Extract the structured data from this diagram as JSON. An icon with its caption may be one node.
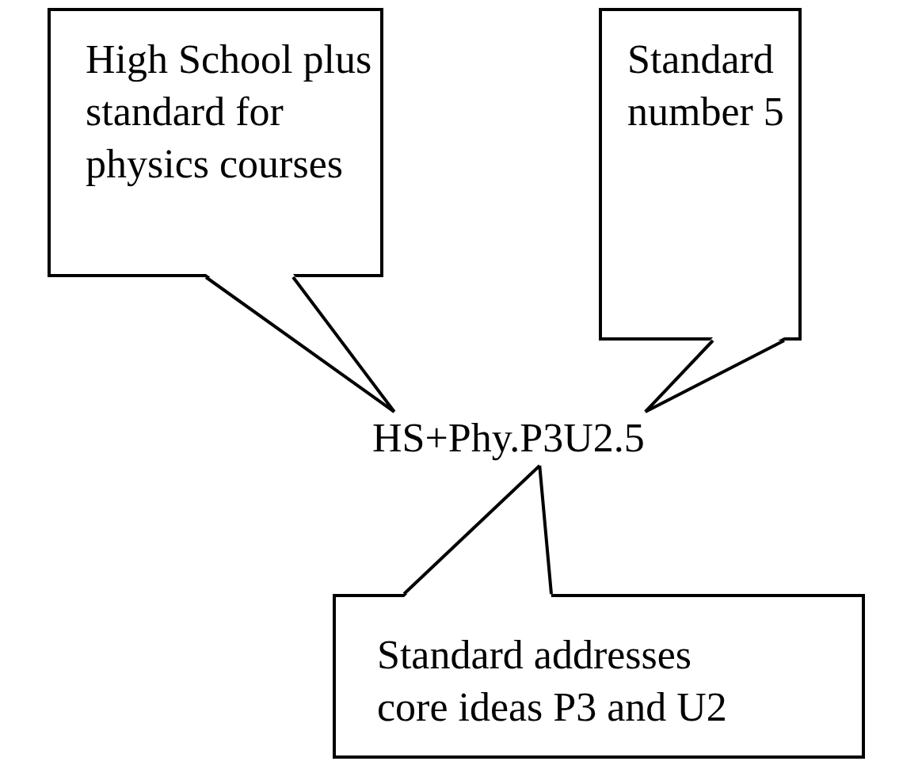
{
  "diagram": {
    "nodes": [
      {
        "text": [
          "High School plus standard for physics courses"
        ]
      },
      {
        "text": [
          "Standard number 5"
        ]
      },
      {
        "text": [
          "HS+Phy.P3U2.5"
        ]
      },
      {
        "text": [
          "Standard addresses core ideas P3 and U2"
        ]
      }
    ],
    "edges": [
      {
        "from": 0,
        "to": 2,
        "arrow": "none"
      },
      {
        "from": 1,
        "to": 2,
        "arrow": "none"
      },
      {
        "from": 3,
        "to": 2,
        "arrow": "none"
      }
    ]
  }
}
